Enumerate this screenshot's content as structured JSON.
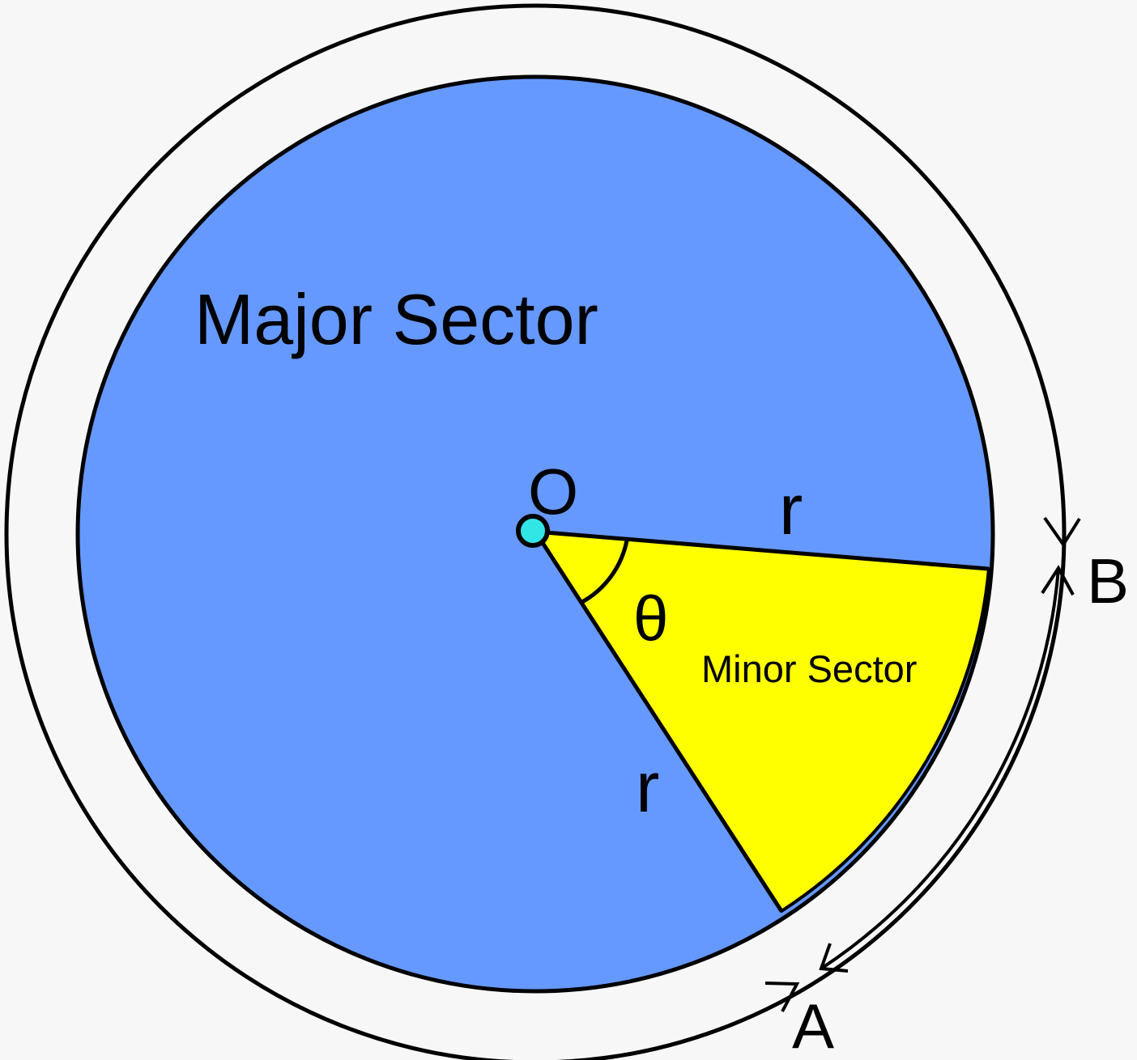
{
  "labels": {
    "major_sector": "Major Sector",
    "minor_sector": "Minor Sector",
    "center": "O",
    "radius_upper": "r",
    "radius_lower": "r",
    "angle": "θ",
    "point_a": "A",
    "point_b": "B"
  },
  "colors": {
    "background": "#f7f7f7",
    "major_sector_fill": "#6699ff",
    "minor_sector_fill": "#ffff00",
    "center_dot": "#33e6e6",
    "stroke": "#000000"
  }
}
